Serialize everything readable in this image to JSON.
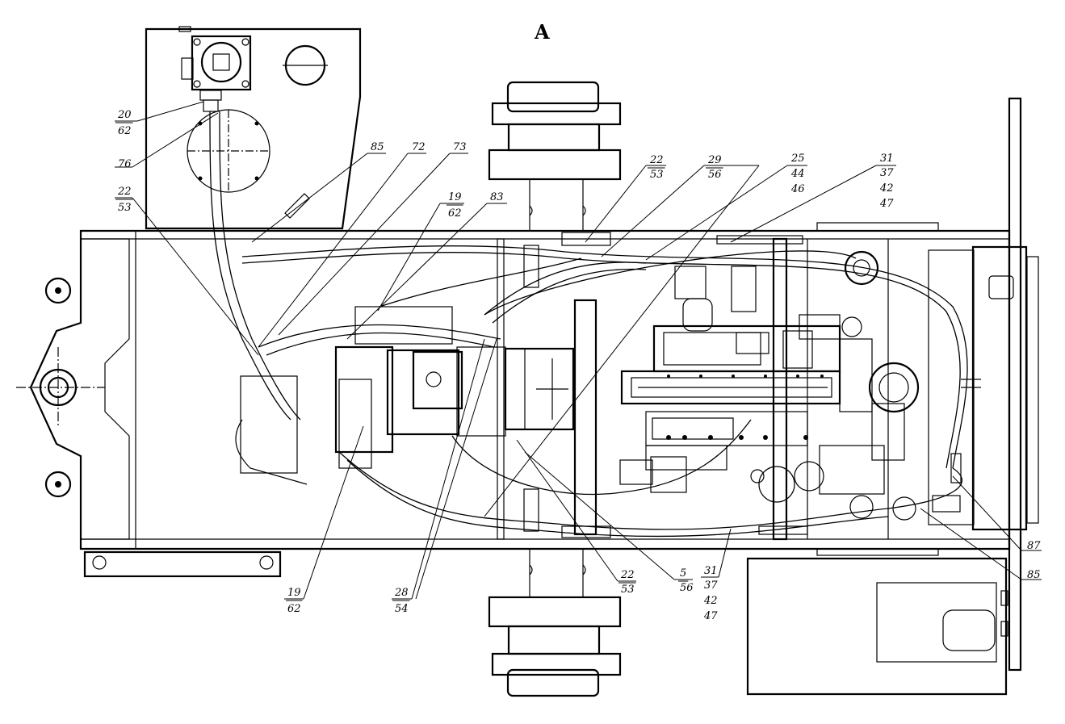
{
  "view_label": "A",
  "callouts": [
    {
      "id": "c-20-62",
      "num": "20",
      "den": "62"
    },
    {
      "id": "c-76",
      "num": "76",
      "den": ""
    },
    {
      "id": "c-22-53-left",
      "num": "22",
      "den": "53"
    },
    {
      "id": "c-85-top",
      "num": "85",
      "den": ""
    },
    {
      "id": "c-72",
      "num": "72",
      "den": ""
    },
    {
      "id": "c-73",
      "num": "73",
      "den": ""
    },
    {
      "id": "c-19-62-top",
      "num": "19",
      "den": "62"
    },
    {
      "id": "c-83",
      "num": "83",
      "den": ""
    },
    {
      "id": "c-22-53-top",
      "num": "22",
      "den": "53"
    },
    {
      "id": "c-29-56",
      "num": "29",
      "den": "56"
    },
    {
      "id": "c-25-44-46",
      "num": "25",
      "den": "44",
      "den2": "46"
    },
    {
      "id": "c-31-top",
      "num": "31",
      "den": "37",
      "den2": "42",
      "den3": "47"
    },
    {
      "id": "c-19-62-bottom",
      "num": "19",
      "den": "62"
    },
    {
      "id": "c-28-54",
      "num": "28",
      "den": "54"
    },
    {
      "id": "c-22-53-bottom",
      "num": "22",
      "den": "53"
    },
    {
      "id": "c-5-56",
      "num": "5",
      "den": "56"
    },
    {
      "id": "c-31-bottom",
      "num": "31",
      "den": "37",
      "den2": "42",
      "den3": "47"
    },
    {
      "id": "c-85-bottom",
      "num": "85",
      "den": ""
    },
    {
      "id": "c-87",
      "num": "87",
      "den": ""
    }
  ]
}
